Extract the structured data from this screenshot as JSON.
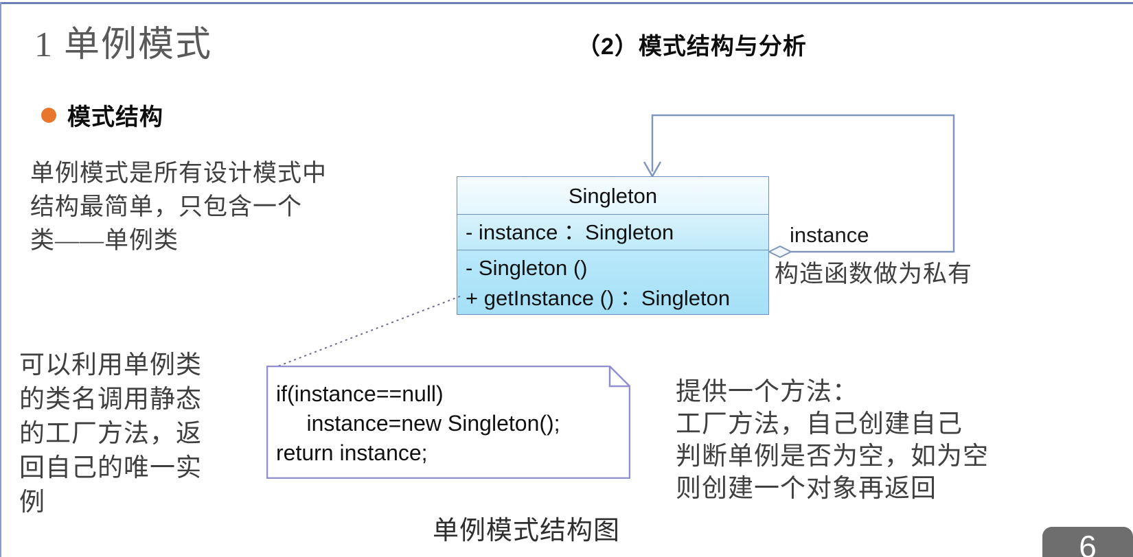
{
  "slide": {
    "title": "1 单例模式",
    "subtitle": "（2）模式结构与分析",
    "page_number": "6",
    "caption": "单例模式结构图"
  },
  "bullet": {
    "label": "模式结构",
    "dot_color": "#e8762c"
  },
  "paragraphs": {
    "intro": "单例模式是所有设计模式中\n结构最简单，只包含一个\n类——单例类",
    "left_bottom": "可以利用单例类\n的类名调用静态\n的工厂方法，返\n回自己的唯一实\n例",
    "right_bottom": "提供一个方法：\n工厂方法，自己创建自己\n判断单例是否为空，如为空\n则创建一个对象再返回",
    "private_ctor": "构造函数做为私有"
  },
  "uml_class": {
    "name": "Singleton",
    "attributes": [
      "- instance ：Singleton"
    ],
    "operations": [
      "-  Singleton ()",
      "+  getInstance () ：Singleton"
    ],
    "border_color": "#6e8fbb",
    "fill_top": "#f3fbfe",
    "fill_bottom": "#a9e2f8"
  },
  "association": {
    "label": "instance",
    "line_color": "#8096bd",
    "diamond_fill": "#f2f8fd"
  },
  "note": {
    "code_lines": [
      "if(instance==null)",
      "     instance=new Singleton();",
      "return instance;"
    ],
    "code_text": "if(instance==null)\n     instance=new Singleton();\nreturn instance;",
    "border_color": "#8f8fd0"
  }
}
